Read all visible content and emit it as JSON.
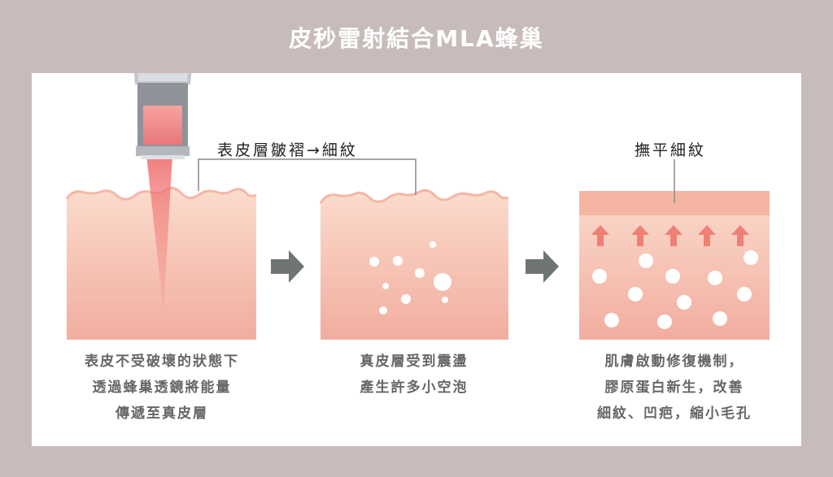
{
  "title": "皮秒雷射結合MLA蜂巢",
  "labels": {
    "wrinkle": "表皮層皺褶→細紋",
    "smooth": "撫平細紋"
  },
  "captions": {
    "step1": [
      "表皮不受破壞的狀態下",
      "透過蜂巢透鏡將能量",
      "傳遞至真皮層"
    ],
    "step2": [
      "真皮層受到震盪",
      "產生許多小空泡"
    ],
    "step3": [
      "肌膚啟動修復機制，",
      "膠原蛋白新生，改善",
      "細紋、凹疤，縮小毛孔"
    ]
  },
  "colors": {
    "background": "#c8bcbb",
    "card": "#ffffff",
    "skin_top": "#f9d6c7",
    "skin_bottom": "#f0aa9c",
    "epidermis": "#f5b8a5",
    "arrow_gray": "#6f7671",
    "up_arrow": "#ef8073"
  },
  "icons": [
    "laser-handpiece-icon",
    "right-arrow-icon",
    "up-arrow-icon"
  ]
}
